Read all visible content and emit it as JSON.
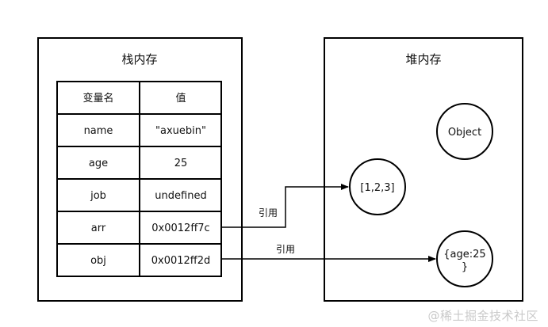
{
  "stack": {
    "title": "栈内存",
    "headers": [
      "变量名",
      "值"
    ],
    "rows": [
      {
        "name": "name",
        "value": "\"axuebin\""
      },
      {
        "name": "age",
        "value": "25"
      },
      {
        "name": "job",
        "value": "undefined"
      },
      {
        "name": "arr",
        "value": "0x0012ff7c"
      },
      {
        "name": "obj",
        "value": "0x0012ff2d"
      }
    ]
  },
  "heap": {
    "title": "堆内存",
    "nodes": {
      "object": "Object",
      "array": "[1,2,3]",
      "age_obj_line1": "{age:25",
      "age_obj_line2": "}"
    }
  },
  "arrows": {
    "arr_label": "引用",
    "obj_label": "引用"
  },
  "watermark": "@稀土掘金技术社区"
}
